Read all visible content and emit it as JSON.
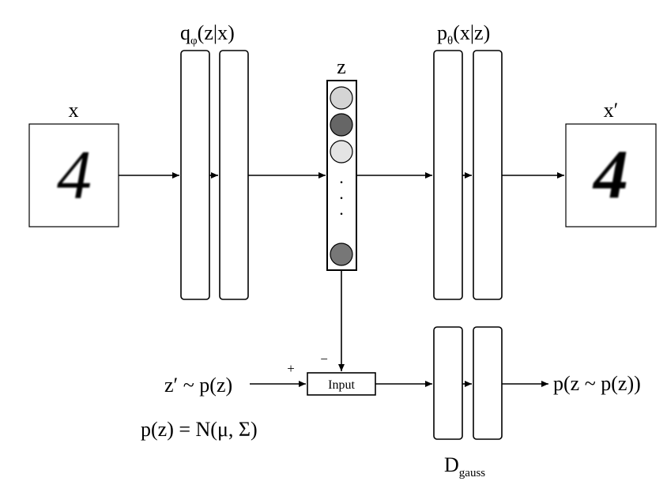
{
  "labels": {
    "x": "x",
    "x_prime": "x′",
    "z": "z",
    "encoder_q": "q",
    "encoder_phi": "φ",
    "encoder_args": "(z|x)",
    "decoder_p": "p",
    "decoder_theta": "θ",
    "decoder_args": "(x|z)",
    "z_prime": "z′ ~ p(z)",
    "prior": "p(z) = N(μ, Σ)",
    "input": "Input",
    "plus": "+",
    "minus": "−",
    "output": "p(z ~ p(z))",
    "disc_main": "D",
    "disc_sub": "gauss",
    "digit_in": "4",
    "digit_out": "4"
  },
  "latent_units": [
    {
      "color": "#d4d4d4"
    },
    {
      "color": "#666666"
    },
    {
      "color": "#e4e4e4"
    },
    {
      "color": "#777777"
    }
  ],
  "ellipsis": "·"
}
